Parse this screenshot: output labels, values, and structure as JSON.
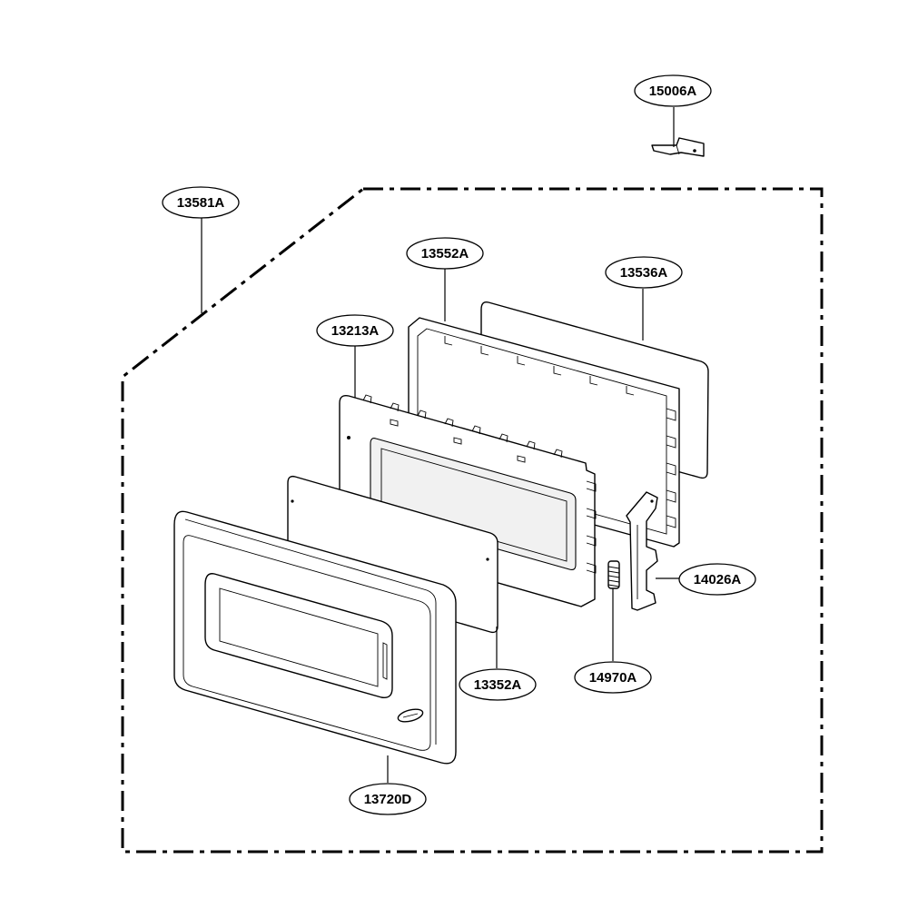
{
  "callouts": {
    "c15006": "15006A",
    "c13581": "13581A",
    "c13552": "13552A",
    "c13536": "13536A",
    "c13213": "13213A",
    "c14026": "14026A",
    "c14970": "14970A",
    "c13352": "13352A",
    "c13720": "13720D"
  },
  "colors": {
    "line": "#000000",
    "background": "#ffffff"
  }
}
